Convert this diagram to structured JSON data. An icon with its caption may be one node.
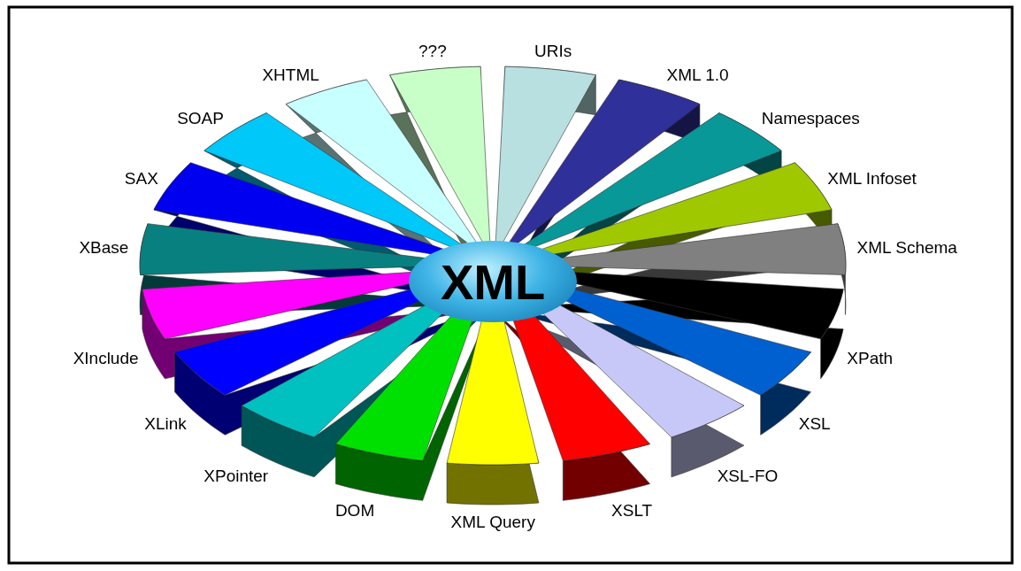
{
  "diagram": {
    "nodes": [
      {
        "text": [
          "XML"
        ]
      }
    ],
    "labels": [
      "URIs",
      "XML 1.0",
      "Namespaces",
      "XML Infoset",
      "XML Schema",
      "XPath",
      "XSL",
      "XSL-FO",
      "XSLT",
      "XML Query",
      "DOM",
      "XPointer",
      "XLink",
      "XInclude",
      "XBase",
      "SAX",
      "SOAP",
      "XHTML",
      "???"
    ]
  }
}
